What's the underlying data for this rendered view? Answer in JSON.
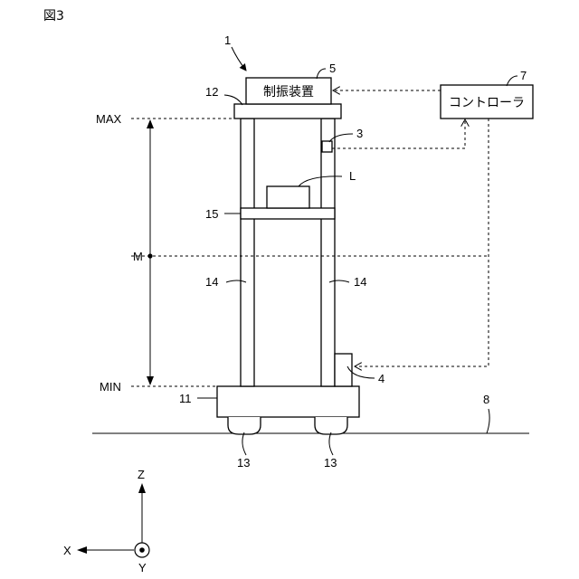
{
  "figure_label": "図3",
  "refs": {
    "device": "1",
    "sensor": "3",
    "actuator": "4",
    "damper": "5",
    "controller": "7",
    "floor": "8",
    "base": "11",
    "top": "12",
    "wheel_left": "13",
    "wheel_right": "13",
    "column_left": "14",
    "column_right": "14",
    "stage": "15",
    "load": "L"
  },
  "boxes": {
    "damper_text": "制振装置",
    "controller_text": "コントローラ"
  },
  "range": {
    "max": "MAX",
    "mid": "M",
    "min": "MIN"
  },
  "axes": {
    "z": "Z",
    "x": "X",
    "y": "Y"
  }
}
